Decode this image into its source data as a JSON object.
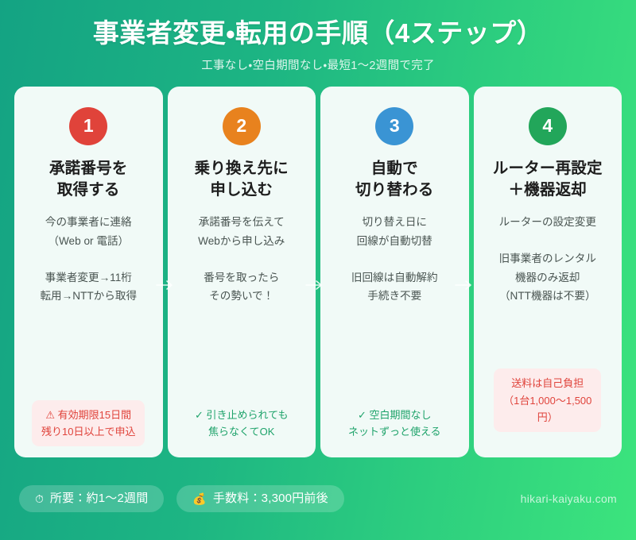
{
  "header": {
    "title": "事業者変更・転用の手順（4ステップ）",
    "subtitle": "工事なし・空白期間なし・最短1〜2週間で完了"
  },
  "colors": {
    "bg_from": "#14a383",
    "bg_to": "#3ce47d",
    "card_bg": "#f1faf7",
    "badge_1": "#e0433a",
    "badge_2": "#e8821e",
    "badge_3": "#3a94d4",
    "badge_4": "#22a65a",
    "warn_text": "#e0443c",
    "warn_bg": "#fdecec",
    "ok_text": "#1fa36b"
  },
  "steps": [
    {
      "number": "1",
      "badge_color": "#e0433a",
      "title": "承諾番号を\n取得する",
      "desc": "今の事業者に連絡\n（Web or 電話）",
      "detail": "事業者変更→11桁\n転用→NTTから取得",
      "note": "⚠ 有効期限15日間\n残り10日以上で申込",
      "note_type": "warn"
    },
    {
      "number": "2",
      "badge_color": "#e8821e",
      "title": "乗り換え先に\n申し込む",
      "desc": "承諾番号を伝えて\nWebから申し込み",
      "detail": "番号を取ったら\nその勢いで！",
      "note": "✓ 引き止められても\n焦らなくてOK",
      "note_type": "ok"
    },
    {
      "number": "3",
      "badge_color": "#3a94d4",
      "title": "自動で\n切り替わる",
      "desc": "切り替え日に\n回線が自動切替",
      "detail": "旧回線は自動解約\n手続き不要",
      "note": "✓ 空白期間なし\nネットずっと使える",
      "note_type": "ok"
    },
    {
      "number": "4",
      "badge_color": "#22a65a",
      "title": "ルーター再設定\n＋機器返却",
      "desc": "ルーターの設定変更",
      "detail": "旧事業者のレンタル\n機器のみ返却\n（NTT機器は不要）",
      "note": "送料は自己負担\n（1台1,000〜1,500\n円）",
      "note_type": "warn"
    }
  ],
  "footer": {
    "pills": [
      {
        "icon": "stopwatch-icon",
        "glyph": "⏱",
        "text": "所要：約1〜2週間"
      },
      {
        "icon": "money-bag-icon",
        "glyph": "💰",
        "text": "手数料：3,300円前後"
      }
    ],
    "site": "hikari-kaiyaku.com"
  }
}
